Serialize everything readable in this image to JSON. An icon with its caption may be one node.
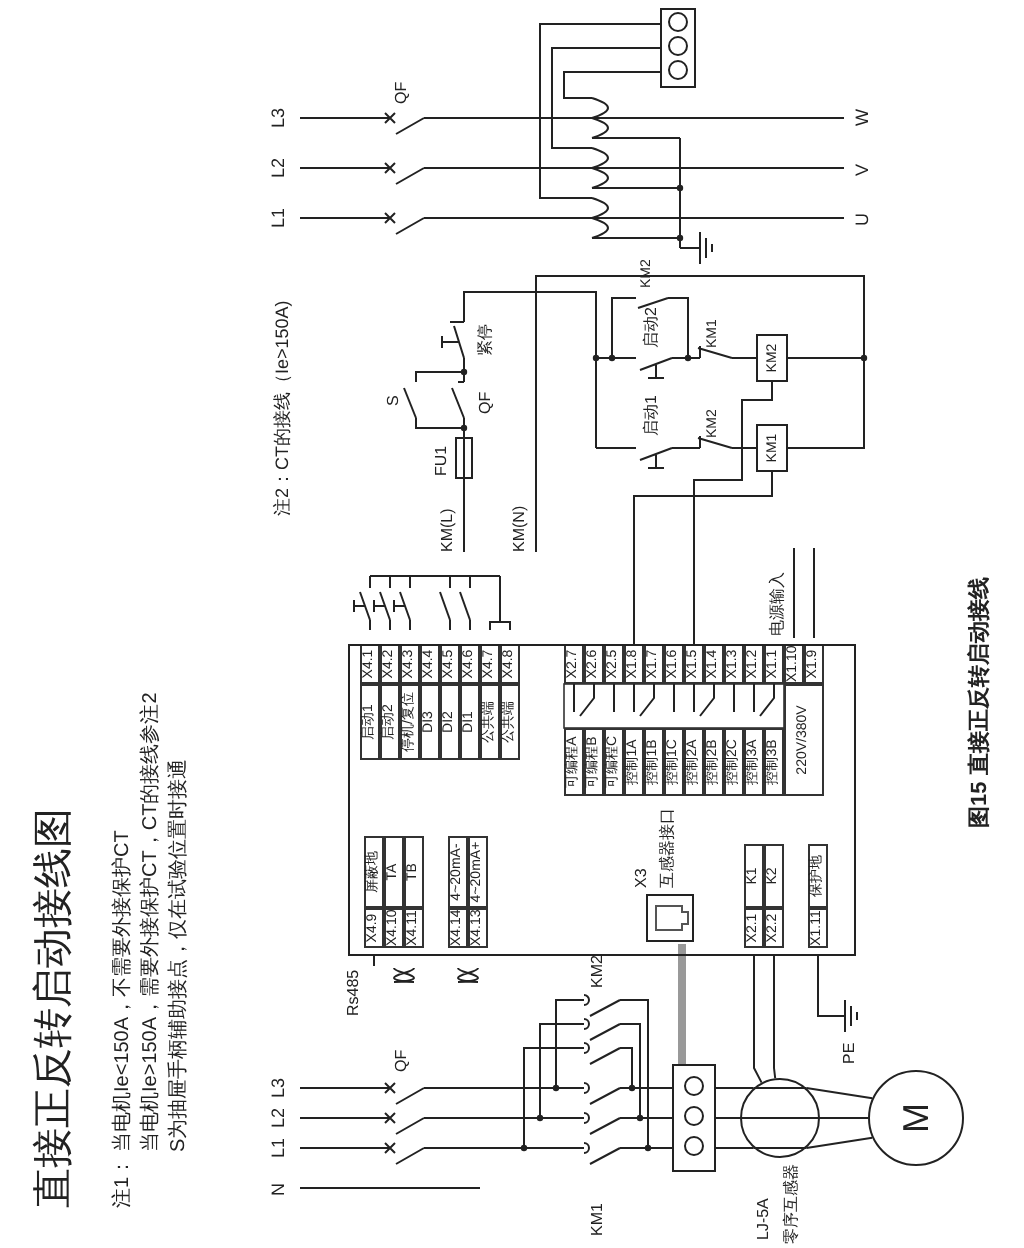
{
  "diagram": {
    "title": "直接正反转启动接线图",
    "caption": "图15 直接正反转启动接线",
    "nodes": [
      {
        "text": [
          "KM1"
        ]
      },
      {
        "text": [
          "KM2"
        ]
      },
      {
        "text": [
          "M"
        ]
      },
      {
        "text": [],
        "shape": "box"
      },
      {
        "text": [],
        "shape": "box"
      },
      {
        "text": [],
        "shape": "box",
        "in": 4,
        "beside": [
          "X3",
          "互感器接口"
        ]
      },
      {
        "text": [],
        "shape": "picture"
      },
      {
        "text": [],
        "shape": "ground"
      },
      {
        "text": [],
        "shape": "box"
      },
      {
        "text": [],
        "shape": "circle",
        "beside": [
          "LJ-5A",
          "零序互感器"
        ]
      }
    ],
    "edges": [
      {
        "from": 5,
        "to": 8,
        "arrow": "none",
        "style": "thick",
        "color": "#999999"
      },
      {
        "from": 8,
        "to": 9,
        "arrow": "none"
      },
      {
        "from": 9,
        "to": 2,
        "arrow": "none"
      },
      {
        "from": 9,
        "to": 4,
        "arrow": "none"
      },
      {
        "from": 9,
        "to": 4,
        "arrow": "none"
      },
      {
        "from": 4,
        "to": 7,
        "arrow": "none"
      },
      {
        "from": 4,
        "to": 0,
        "arrow": "none"
      },
      {
        "from": 4,
        "to": 1,
        "arrow": "none"
      },
      {
        "from": 6,
        "to": 8,
        "arrow": "none"
      },
      {
        "from": 0,
        "to": 1,
        "arrow": "none"
      },
      {
        "from": 4,
        "to": null,
        "arrow": "none"
      }
    ],
    "labels": [
      "注1：",
      "当电机Ie<150A，不需要外接保护CT",
      "当电机Ie>150A，需要外接保护CT，CT的接线参注2",
      "S为抽屉手柄辅助接点，仅在试验位置时接通",
      "N",
      "L1",
      "L2",
      "L3",
      "QF",
      "Rs485",
      "X4.9",
      "屏蔽地",
      "X4.10",
      "TA",
      "X4.11",
      "TB",
      "X4.14",
      "4~20mA-",
      "X4.13",
      "4~20mA+",
      "启动1",
      "X4.1",
      "启动2",
      "X4.2",
      "停机/复位",
      "X4.3",
      "DI3",
      "X4.4",
      "DI2",
      "X4.5",
      "DI1",
      "X4.6",
      "公共端",
      "X4.7",
      "公共端",
      "X4.8",
      "KM2",
      "KM1",
      "X2.1",
      "K1",
      "X2.2",
      "K2",
      "X1.11",
      "保护地",
      "PE",
      "可编程A",
      "X2.7",
      "可编程B",
      "X2.6",
      "可编程C",
      "X2.5",
      "控制1A",
      "X1.8",
      "控制1B",
      "X1.7",
      "控制1C",
      "X1.6",
      "控制2A",
      "X1.5",
      "控制2B",
      "X1.4",
      "控制2C",
      "X1.3",
      "控制3A",
      "X1.2",
      "控制3B",
      "X1.1",
      "220V/380V",
      "X1.10",
      "X1.9",
      "电源输入",
      "KM(L)",
      "KM(N)",
      "FU1",
      "S",
      "QF",
      "紧停",
      "启动1",
      "启动2",
      "KM2",
      "KM2",
      "KM1",
      "注2：CT的接线（Ie>150A)",
      "L1",
      "L2",
      "L3",
      "QF",
      "U",
      "V",
      "W"
    ]
  }
}
